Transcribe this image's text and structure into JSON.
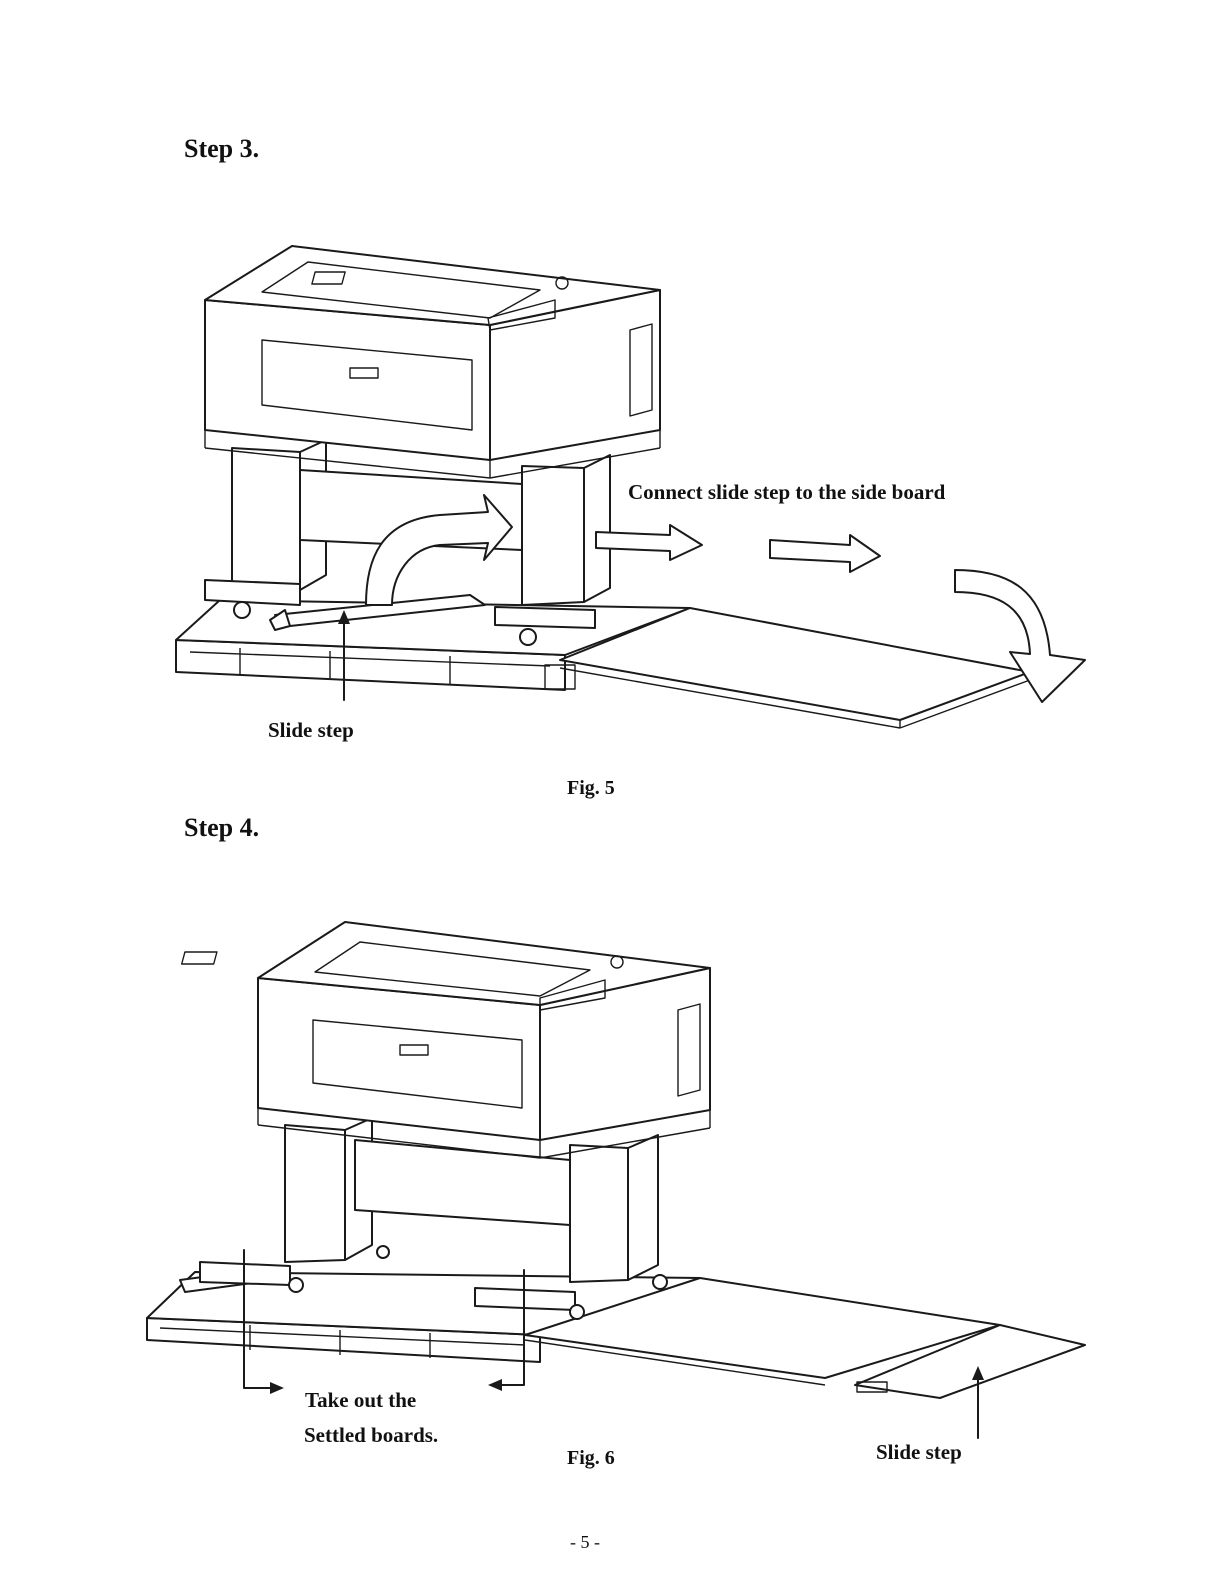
{
  "steps": [
    {
      "heading": "Step 3.",
      "callouts": {
        "instruction": "Connect slide step to the side board",
        "part_label": "Slide step"
      },
      "caption": "Fig. 5"
    },
    {
      "heading": "Step 4.",
      "callouts": {
        "instruction_line1": "Take out the",
        "instruction_line2": "Settled boards.",
        "part_label": "Slide step"
      },
      "caption": "Fig. 6"
    }
  ],
  "footer": {
    "page_number": "- 5 -"
  }
}
